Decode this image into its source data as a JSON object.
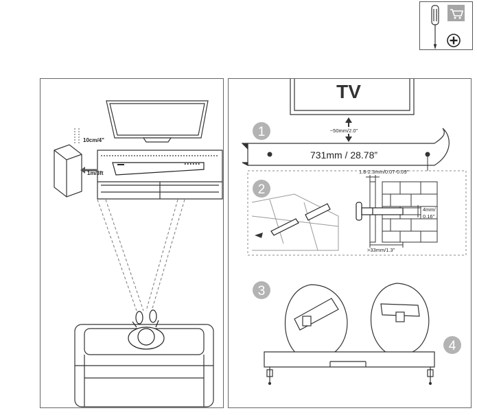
{
  "tools": {
    "icons": [
      "screwdriver-icon",
      "shopping-cart-icon",
      "phillips-head-icon"
    ]
  },
  "left_panel": {
    "label_distance_side": "10cm/4\"",
    "label_distance_listener": "1m/3ft"
  },
  "right_panel": {
    "tv_label": "TV",
    "gap_label": "~50mm/2.0\"",
    "step1_number": "1",
    "template_width_label": "731mm / 28.78”",
    "step2_number": "2",
    "wall_thickness_label": "1.8-2.3mm/0.07-0.09\"",
    "screw_diameter_label_line1": "4mm/",
    "screw_diameter_label_line2": "0.16\"",
    "screw_length_label": ">33mm/1.3\"",
    "step3_number": "3",
    "step4_number": "4"
  },
  "colors": {
    "line": "#333333",
    "step_circle": "#b3b3b3",
    "brick_fill": "#ffffff",
    "cart_fill": "#a6a6a6",
    "frame": "#666666"
  }
}
